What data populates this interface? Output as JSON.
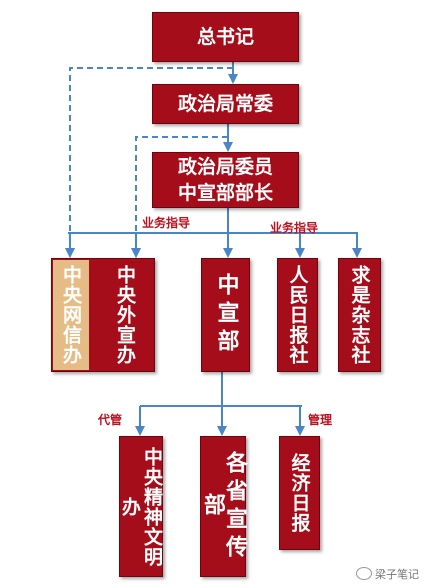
{
  "nodes": {
    "general_secretary": "总书记",
    "psc": "政治局常委",
    "politburo_member": "政治局委员\n中宣部部长",
    "cac": "中央网信办",
    "foreign_propaganda": "中央外宣办",
    "central_propaganda": "中宣部",
    "peoples_daily": "人民日报社",
    "qiushi": "求是杂志社",
    "spiritual_civilization": "中央精神文明办",
    "provincial_propaganda": "各省宣传部",
    "economic_daily": "经济日报"
  },
  "edge_labels": {
    "business_guidance_left": "业务指导",
    "business_guidance_right": "业务指导",
    "acting_management": "代管",
    "management": "管理"
  },
  "watermark": "梁子笔记",
  "colors": {
    "box": "#a50d1a",
    "cac_box": "#e6bc86",
    "arrow": "#4a86c6",
    "label": "#c0101e"
  }
}
